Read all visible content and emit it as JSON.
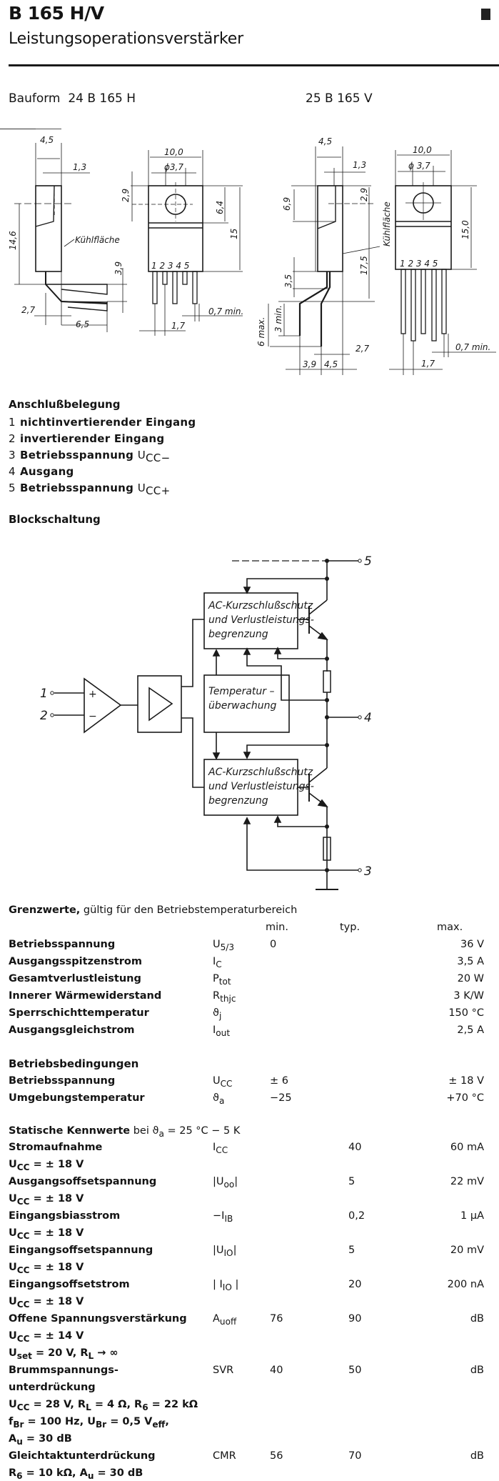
{
  "header": {
    "title": "B 165 H/V",
    "subtitle": "Leistungsoperationsverstärker"
  },
  "package": {
    "label": "Bauform",
    "variant_h": "24 B 165 H",
    "variant_v": "25 B 165 V",
    "drawing_h": {
      "dims": [
        "4,5",
        "1,3",
        "14,6",
        "Kühlfläche",
        "3,9",
        "2,7",
        "6,5",
        "10,0",
        "ϕ3,7",
        "2,9",
        "6,4",
        "15",
        "0,7 min.",
        "1,7"
      ],
      "pins": [
        "1",
        "2",
        "3",
        "4",
        "5"
      ]
    },
    "drawing_v": {
      "dims": [
        "4,5",
        "1,3",
        "6,9",
        "2,9",
        "Kühlfläche",
        "17,5",
        "3,5",
        "6 max.",
        "3 min.",
        "2,7",
        "3,9",
        "4,5",
        "10,0",
        "ϕ3,7",
        "15,0",
        "0,7 min.",
        "1,7"
      ],
      "pins": [
        "1",
        "2",
        "3",
        "4",
        "5"
      ]
    }
  },
  "pinout": {
    "heading": "Anschlußbelegung",
    "items": [
      {
        "num": "1",
        "text": "nichtinvertierender Eingang",
        "sym": ""
      },
      {
        "num": "2",
        "text": "invertierender Eingang",
        "sym": ""
      },
      {
        "num": "3",
        "text": "Betriebsspannung",
        "sym": "U",
        "sub": "CC−"
      },
      {
        "num": "4",
        "text": "Ausgang",
        "sym": ""
      },
      {
        "num": "5",
        "text": "Betriebsspannung",
        "sym": "U",
        "sub": "CC+"
      }
    ]
  },
  "block": {
    "heading": "Blockschaltung",
    "protection_block": [
      "AC-Kurzschlußschutz",
      "und Verlustleistungs-",
      "begrenzung"
    ],
    "temp_block": [
      "Temperatur –",
      "überwachung"
    ],
    "terminals": {
      "in_plus": "1",
      "in_minus": "2",
      "neg_supply": "3",
      "output": "4",
      "pos_supply": "5"
    },
    "opamp_plus": "+",
    "opamp_minus": "−"
  },
  "limits": {
    "heading_bold": "Grenzwerte,",
    "heading_rest": " gültig für den Betriebstemperaturbereich",
    "col_min": "min.",
    "col_typ": "typ.",
    "col_max": "max.",
    "rows": [
      {
        "param": "Betriebsspannung",
        "sym": "U",
        "sub": "5/3",
        "min": "0",
        "typ": "",
        "max": "36 V"
      },
      {
        "param": "Ausgangsspitzenstrom",
        "sym": "I",
        "sub": "C",
        "min": "",
        "typ": "",
        "max": "3,5 A"
      },
      {
        "param": "Gesamtverlustleistung",
        "sym": "P",
        "sub": "tot",
        "min": "",
        "typ": "",
        "max": "20 W"
      },
      {
        "param": "Innerer Wärmewiderstand",
        "sym": "R",
        "sub": "thjc",
        "min": "",
        "typ": "",
        "max": "3 K/W"
      },
      {
        "param": "Sperrschichttemperatur",
        "sym": "ϑ",
        "sub": "j",
        "min": "",
        "typ": "",
        "max": "150 °C"
      },
      {
        "param": "Ausgangsgleichstrom",
        "sym": "I",
        "sub": "out",
        "min": "",
        "typ": "",
        "max": "2,5 A"
      }
    ]
  },
  "operating": {
    "heading": "Betriebsbedingungen",
    "rows": [
      {
        "param": "Betriebsspannung",
        "sym": "U",
        "sub": "CC",
        "min": "± 6",
        "typ": "",
        "max": "± 18 V"
      },
      {
        "param": "Umgebungstemperatur",
        "sym": "ϑ",
        "sub": "a",
        "min": "−25",
        "typ": "",
        "max": "+70 °C"
      }
    ]
  },
  "static": {
    "heading_bold": "Statische Kennwerte",
    "heading_rest": " bei ϑ",
    "heading_sub": "a",
    "heading_tail": " = 25 °C − 5 K",
    "rows": [
      {
        "param": "Stromaufnahme",
        "sym": "I",
        "sub": "CC",
        "min": "",
        "typ": "40",
        "max": "60 mA",
        "cond": [
          "U_CC = ± 18 V"
        ]
      },
      {
        "param": "Ausgangsoffsetspannung",
        "sym": "|U",
        "sub": "oo",
        "tail": "|",
        "min": "",
        "typ": "5",
        "max": "22 mV",
        "cond": [
          "U_CC = ± 18 V"
        ]
      },
      {
        "param": "Eingangsbiasstrom",
        "sym": "−I",
        "sub": "IB",
        "min": "",
        "typ": "0,2",
        "max": "1 µA",
        "cond": [
          "U_CC = ± 18 V"
        ]
      },
      {
        "param": "Eingangsoffsetspannung",
        "sym": "|U",
        "sub": "IO",
        "tail": "|",
        "min": "",
        "typ": "5",
        "max": "20 mV",
        "cond": [
          "U_CC = ± 18 V"
        ]
      },
      {
        "param": "Eingangsoffsetstrom",
        "sym": "| I",
        "sub": "IO",
        "tail": " |",
        "min": "",
        "typ": "20",
        "max": "200 nA",
        "cond": [
          "U_CC = ± 18 V"
        ]
      },
      {
        "param": "Offene Spannungsverstärkung",
        "sym": "A",
        "sub": "uoff",
        "min": "76",
        "typ": "90",
        "max": "dB",
        "cond": [
          "U_CC = ± 14 V",
          "U_set = 20 V, R_L → ∞"
        ]
      },
      {
        "param": "Brummspannungs-",
        "param2": "unterdrückung",
        "sym": "SVR",
        "sub": "",
        "min": "40",
        "typ": "50",
        "max": "dB",
        "cond": [
          "U_CC = 28 V, R_L = 4 Ω, R_6 = 22 kΩ",
          "f_Br = 100 Hz, U_Br = 0,5 V_eff,",
          "A_u = 30 dB"
        ]
      },
      {
        "param": "Gleichtaktunterdrückung",
        "sym": "CMR",
        "sub": "",
        "min": "56",
        "typ": "70",
        "max": "dB",
        "cond": [
          "R_6 = 10 kΩ, A_u = 30 dB"
        ]
      }
    ]
  }
}
